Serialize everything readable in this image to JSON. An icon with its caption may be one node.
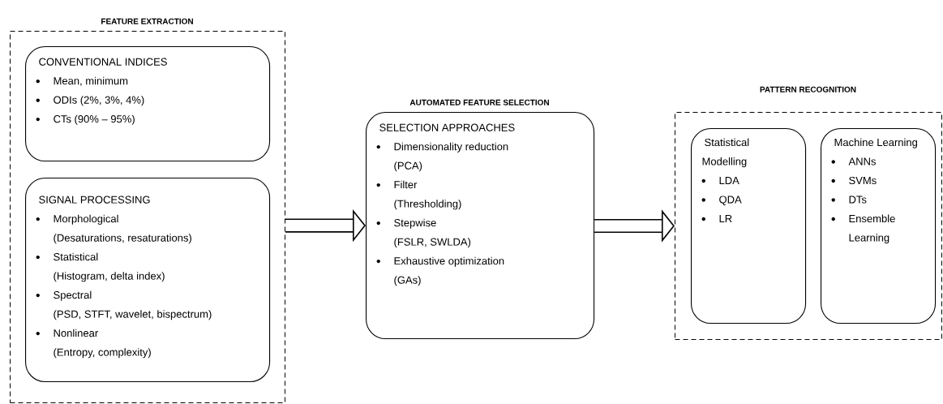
{
  "diagram": {
    "nodes": [
      {
        "text": [
          "FEATURE EXTRACTION"
        ]
      },
      {
        "text": [
          "CONVENTIONAL INDICES",
          "Mean, minimum",
          "ODIs (2%, 3%, 4%)",
          "CTs (90% – 95%)"
        ],
        "in": 0
      },
      {
        "text": [
          "SIGNAL PROCESSING",
          "Morphological",
          "(Desaturations, resaturations)",
          "Statistical",
          "(Histogram, delta index)",
          "Spectral",
          "(PSD, STFT, wavelet, bispectrum)",
          "Nonlinear",
          "(Entropy, complexity)"
        ],
        "in": 0
      },
      {
        "text": [
          "AUTOMATED FEATURE SELECTION",
          "SELECTION APPROACHES",
          "Dimensionality reduction",
          "(PCA)",
          "Filter",
          "(Thresholding)",
          "Stepwise",
          "(FSLR, SWLDA)",
          "Exhaustive optimization",
          "(GAs)"
        ]
      },
      {
        "text": [
          "PATTERN RECOGNITION"
        ]
      },
      {
        "text": [
          "Statistical Modelling",
          "LDA",
          "QDA",
          "LR"
        ],
        "in": 4
      },
      {
        "text": [
          "Machine Learning",
          "ANNs",
          "SVMs",
          "DTs",
          "Ensemble Learning"
        ],
        "in": 4
      }
    ],
    "edges": [
      {
        "from": 0,
        "to": 3,
        "arrow": "to"
      },
      {
        "from": 3,
        "to": 4,
        "arrow": "to"
      }
    ]
  }
}
